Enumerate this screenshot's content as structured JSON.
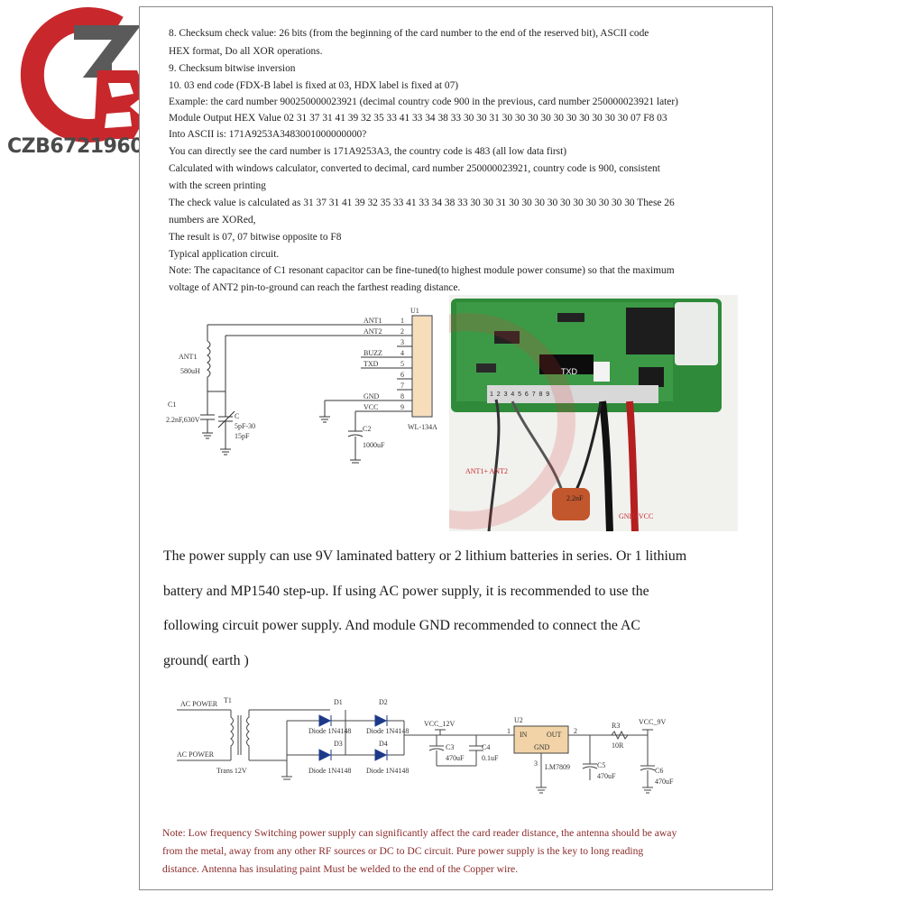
{
  "logo": {
    "text": "CZB6721960",
    "colors": {
      "red": "#c8282c",
      "grey": "#4a4a4a"
    }
  },
  "spec_lines": [
    "8.    Checksum check value: 26 bits (from the beginning of the card number to the end of the reserved bit), ASCII code",
    "HEX format, Do all XOR operations.",
    "9. Checksum bitwise inversion",
    "10. 03 end code (FDX-B label is fixed at 03, HDX label is fixed at 07)",
    "Example: the card number 900250000023921 (decimal country code 900 in the previous, card number 250000023921 later)",
    "Module Output HEX Value 02 31 37 31 41 39 32 35 33 41 33 34 38 33 30 30 31 30 30 30 30 30 30 30 30 30 30 07 F8 03",
    "Into ASCII is: 171A9253A3483001000000000?",
    "You can directly see the card number is 171A9253A3, the country code is 483 (all low data first)",
    "Calculated with windows calculator, converted to decimal, card number 250000023921, country code is 900, consistent",
    "with the screen printing",
    "The check value is calculated as 31 37 31 41 39 32 35 33 41 33 34 38 33 30 30 31 30 30 30 30 30 30 30 30 30 30 These 26",
    "numbers are XORed,",
    "The result is 07, 07 bitwise opposite to F8",
    "Typical application circuit.",
    "Note: The capacitance of C1 resonant capacitor can be fine-tuned(to highest module power consume) so that the maximum",
    "voltage of ANT2 pin-to-ground can reach the farthest reading distance."
  ],
  "circuit1": {
    "u1": "U1",
    "module": "WL-134A",
    "pins": [
      "ANT1",
      "ANT2",
      "",
      "BUZZ",
      "TXD",
      "",
      "",
      "GND",
      "VCC"
    ],
    "pin_numbers": [
      "1",
      "2",
      "3",
      "4",
      "5",
      "6",
      "7",
      "8",
      "9"
    ],
    "ant": "ANT1",
    "ant_value": "580uH",
    "c1": "C1",
    "c1_value": "2.2nF,630V",
    "c_var": "C",
    "c_var_value1": "5pF-30",
    "c_var_value2": "15pF",
    "c2": "C2",
    "c2_value": "1000uF"
  },
  "photo": {
    "txd_label": "TXD",
    "pin_row": "1  2  3  4  5  6  7  8  9",
    "ant_label": "ANT1+ ANT2",
    "cap_label": "2.2nF",
    "gnd_label": "GND+VCC"
  },
  "power_paragraph": [
    "The power supply can use 9V laminated battery or 2 lithium batteries in series. Or 1 lithium",
    "battery and MP1540 step-up. If using AC power supply, it is recommended to use the",
    "following circuit power supply. And module GND recommended to connect the AC",
    "ground( earth )"
  ],
  "circuit2": {
    "ac1": "AC POWER",
    "ac2": "AC POWER",
    "t1": "T1",
    "trans": "Trans 12V",
    "d1": "D1",
    "d2": "D2",
    "d3": "D3",
    "d4": "D4",
    "diode": "Diode 1N4148",
    "vcc12": "VCC_12V",
    "c3": "C3",
    "c3v": "470uF",
    "c4": "C4",
    "c4v": "0.1uF",
    "u2": "U2",
    "in": "IN",
    "out": "OUT",
    "gnd": "GND",
    "reg": "LM7809",
    "p1": "1",
    "p2": "2",
    "p3": "3",
    "c5": "C5",
    "c5v": "470uF",
    "r3": "R3",
    "r3v": "10R",
    "vcc9": "VCC_9V",
    "c6": "C6",
    "c6v": "470uF"
  },
  "note_lines": [
    "Note: Low frequency Switching power supply can significantly affect the card reader distance, the antenna should be away",
    "from the metal, away from any other RF sources or DC to DC circuit. Pure power supply is the key to long reading",
    "distance.   Antenna has insulating paint Must be welded to the end of the Copper wire."
  ]
}
